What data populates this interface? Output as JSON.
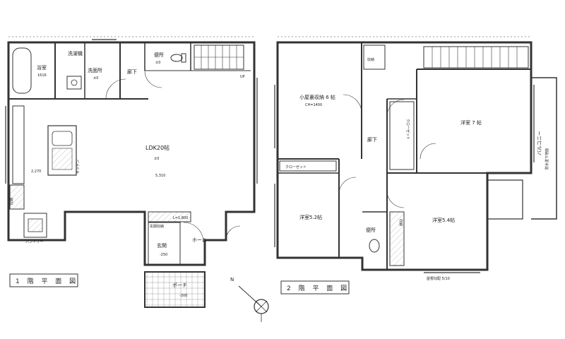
{
  "floor1": {
    "caption": "1 階 平 面 図",
    "rooms": {
      "bath": "浴室",
      "bath_size": "1616",
      "dressing": "洗面所",
      "dressing_level": "±0",
      "washroom": "洗濯機",
      "toilet": "便所",
      "toilet_level": "±0",
      "hall_corridor": "廊下",
      "ldk": "LDK20帖",
      "ldk_level": "±0",
      "kitchen": "キッチン",
      "storage": "収納",
      "pantry": "パントリー",
      "hall": "ホール",
      "entrance": "玄関",
      "shoe_storage": "玄関収納",
      "porch": "ポーチ",
      "up_mark": "UP"
    },
    "notes": {
      "dim_ldk": "5,310",
      "dim_kitchen": "2,270",
      "level_entrance": "-250",
      "level_porch": "-300",
      "height_note": "L=1,800"
    }
  },
  "floor2": {
    "caption": "2 階 平 面 図",
    "rooms": {
      "attic": "小屋裏収納 6 帖",
      "attic_note": "CH=1400",
      "storage_top": "収納",
      "corridor": "廊下",
      "western7": "洋室 7 帖",
      "western52": "洋室5.2帖",
      "western54": "洋室5.4帖",
      "closet_label": "クローゼット",
      "toilet": "便所",
      "balcony": "バルコニー",
      "balcony_note": "防水塗下地面",
      "wic_note": "収納",
      "bottom_note": "屋根勾配 5/10"
    }
  },
  "compass": {
    "north": "N"
  },
  "colors": {
    "line": "#222222",
    "wall": "#444444",
    "hatch": "#777777"
  }
}
